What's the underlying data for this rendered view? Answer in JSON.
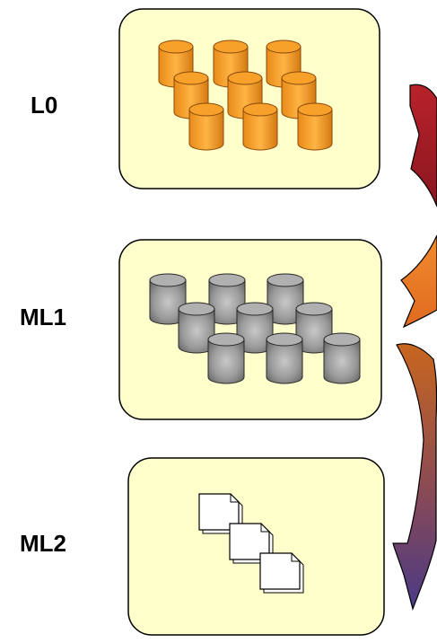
{
  "tiers": [
    {
      "id": "L0",
      "label": "L0",
      "media": "disk",
      "item_count": 9
    },
    {
      "id": "ML1",
      "label": "ML1",
      "media": "disk",
      "item_count": 9
    },
    {
      "id": "ML2",
      "label": "ML2",
      "media": "document",
      "item_count": 3
    }
  ],
  "colors": {
    "box_fill": "#ffffcc",
    "box_stroke": "#000000",
    "l0_cylinder": "#f7a12a",
    "l0_cylinder_dark": "#d9831a",
    "ml1_cylinder": "#a6a6a6",
    "ml1_cylinder_dark": "#6b6b6b",
    "arrow_l0_to_ml1": "#9e1b22",
    "arrow_ml1_to_l0": "#ee7a2a",
    "arrow_ml1_to_ml2_top": "#c1641f",
    "arrow_ml1_to_ml2_bottom": "#5a3a7a"
  },
  "icons": {
    "disk": "database-cylinder-icon",
    "document": "document-page-icon",
    "flow": "curved-arrow-icon"
  }
}
